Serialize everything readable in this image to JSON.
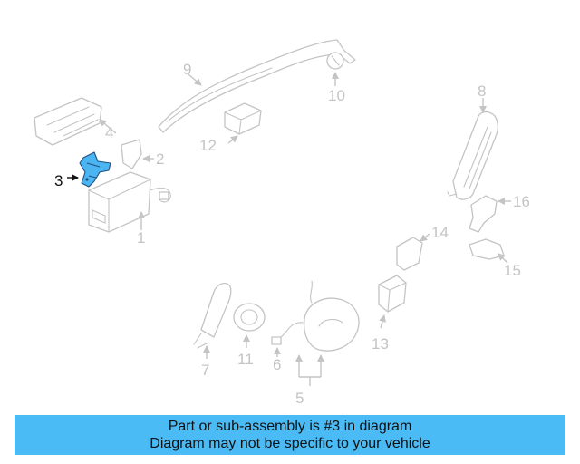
{
  "callouts": {
    "c1": "1",
    "c2": "2",
    "c3": "3",
    "c4": "4",
    "c5": "5",
    "c6": "6",
    "c7": "7",
    "c8": "8",
    "c9": "9",
    "c10": "10",
    "c11": "11",
    "c12": "12",
    "c13": "13",
    "c14": "14",
    "c15": "15",
    "c16": "16"
  },
  "highlighted_part": "3",
  "colors": {
    "highlight": "#4ab5f0",
    "banner": "#4bbbf5",
    "line_art": "#c4c4c4",
    "text": "#111111"
  },
  "banner": {
    "line1": "Part or sub-assembly is #3 in diagram",
    "line2": "Diagram may not be specific to your vehicle"
  }
}
